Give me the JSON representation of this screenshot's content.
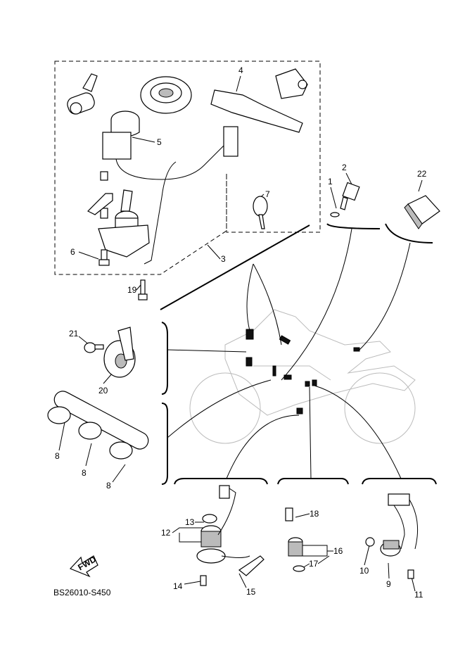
{
  "diagram": {
    "code": "BS26010-S450",
    "fwd_label": "FWD",
    "callouts": {
      "c1": "1",
      "c2": "2",
      "c3": "3",
      "c4": "4",
      "c5": "5",
      "c6": "6",
      "c7": "7",
      "c8a": "8",
      "c8b": "8",
      "c8c": "8",
      "c9": "9",
      "c10": "10",
      "c11": "11",
      "c12": "12",
      "c13": "13",
      "c14": "14",
      "c15": "15",
      "c16": "16",
      "c17": "17",
      "c18": "18",
      "c19": "19",
      "c20": "20",
      "c21": "21",
      "c22": "22"
    }
  }
}
